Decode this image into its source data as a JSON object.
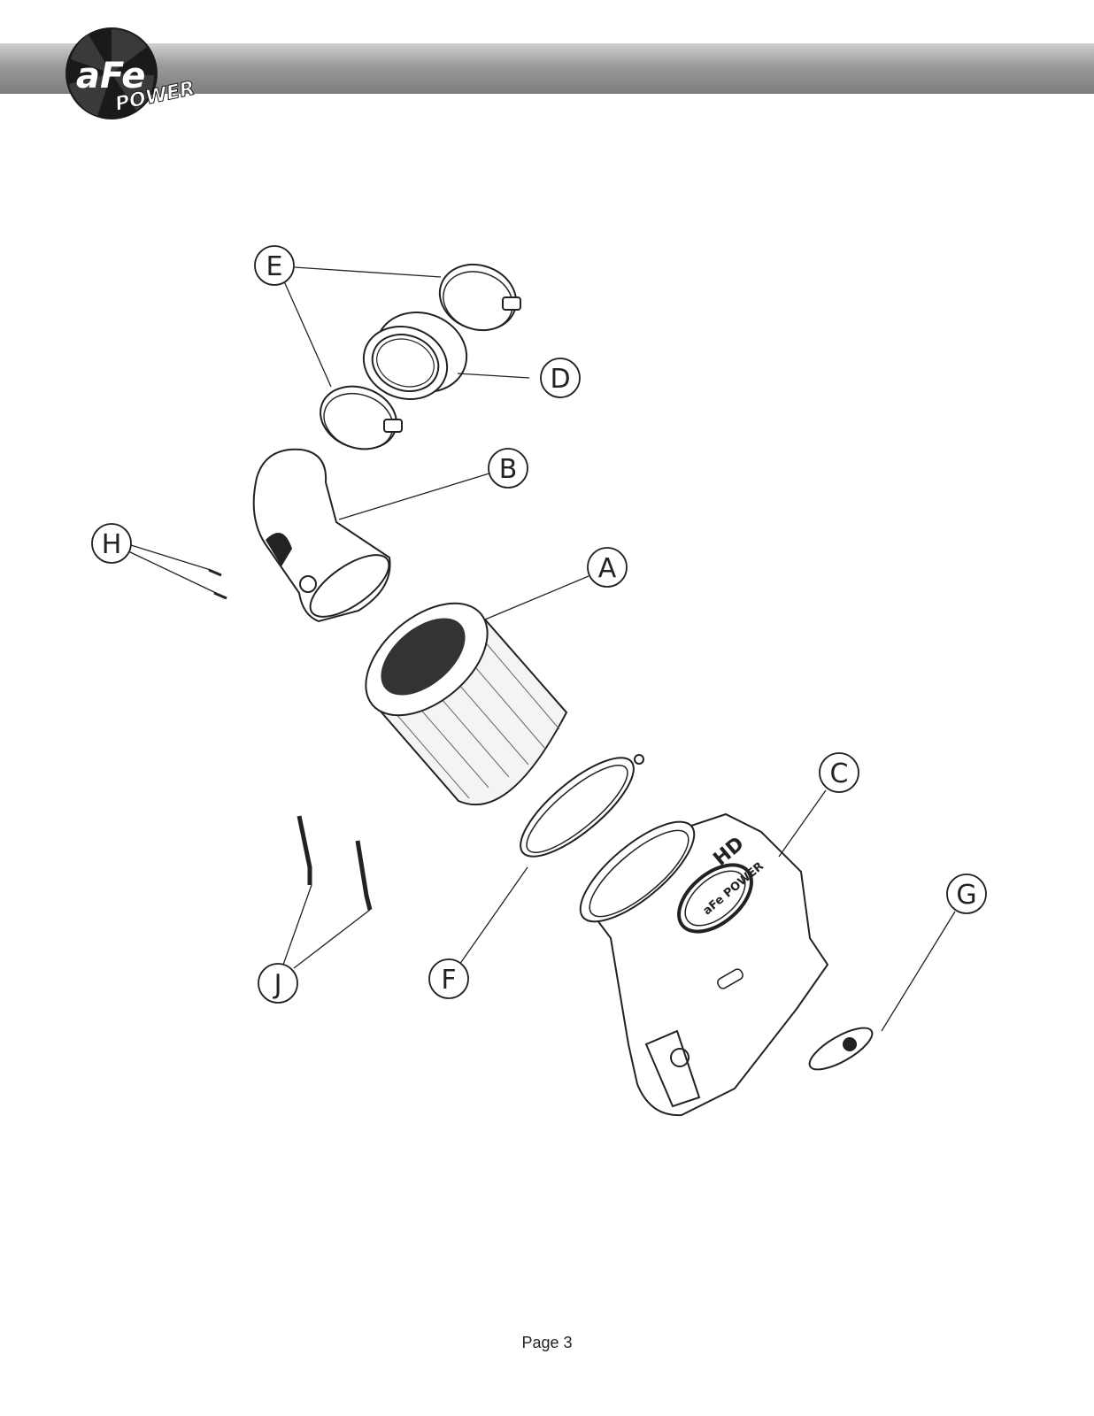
{
  "header": {
    "logo_text": "aFe",
    "logo_subtext": "POWER"
  },
  "callouts": {
    "a": "A",
    "b": "B",
    "c": "C",
    "d": "D",
    "e": "E",
    "f": "F",
    "g": "G",
    "h": "H",
    "j": "J"
  },
  "parts": {
    "c_badge": "aFe POWER",
    "c_model": "HD"
  },
  "footer": {
    "page": "Page 3"
  }
}
